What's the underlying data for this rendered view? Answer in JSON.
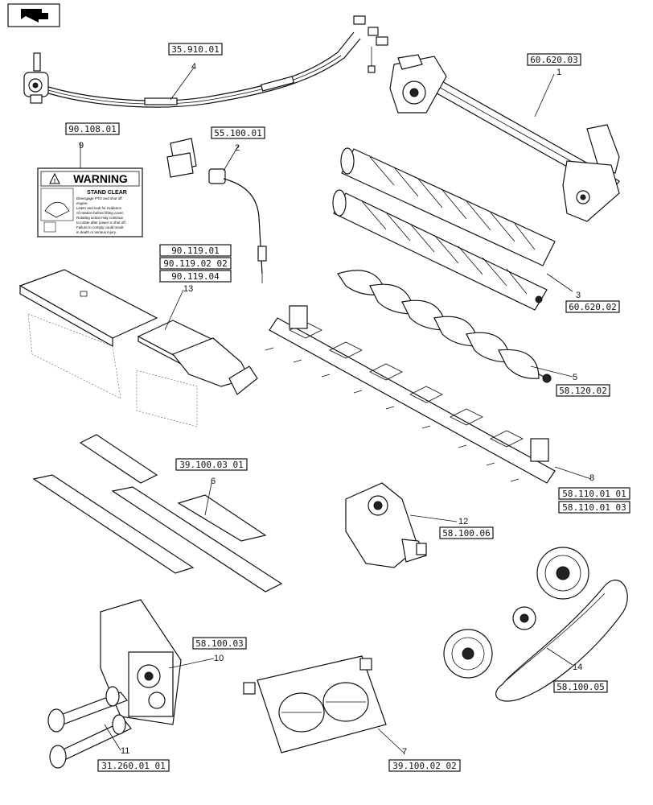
{
  "nav_icon": "back-arrow-icon",
  "refs": [
    {
      "id": "r-35-910-01",
      "label": "35.910.01"
    },
    {
      "id": "r-60-620-03",
      "label": "60.620.03"
    },
    {
      "id": "r-90-108-01",
      "label": "90.108.01"
    },
    {
      "id": "r-55-100-01",
      "label": "55.100.01"
    },
    {
      "id": "r-90-119-01",
      "label": "90.119.01"
    },
    {
      "id": "r-90-119-02-02",
      "label": "90.119.02 02"
    },
    {
      "id": "r-90-119-04",
      "label": "90.119.04"
    },
    {
      "id": "r-60-620-02",
      "label": "60.620.02"
    },
    {
      "id": "r-58-120-02",
      "label": "58.120.02"
    },
    {
      "id": "r-39-100-03-01",
      "label": "39.100.03 01"
    },
    {
      "id": "r-58-110-01-01",
      "label": "58.110.01 01"
    },
    {
      "id": "r-58-110-01-03",
      "label": "58.110.01 03"
    },
    {
      "id": "r-58-100-06",
      "label": "58.100.06"
    },
    {
      "id": "r-58-100-03",
      "label": "58.100.03"
    },
    {
      "id": "r-58-100-05",
      "label": "58.100.05"
    },
    {
      "id": "r-31-260-01-01",
      "label": "31.260.01 01"
    },
    {
      "id": "r-39-100-02-02",
      "label": "39.100.02 02"
    }
  ],
  "items": [
    "1",
    "2",
    "3",
    "4",
    "5",
    "6",
    "7",
    "8",
    "9",
    "10",
    "11",
    "12",
    "13",
    "14"
  ],
  "warning_label": {
    "title": "WARNING",
    "heading": "STAND CLEAR",
    "lines": [
      "Disengage PTO and shut off",
      "engine.",
      "Listen and look for evidence",
      "of rotation before lifting cover.",
      "Rotating action may continue",
      "to rotate after power is shut off.",
      "Failure to comply could result",
      "in death or serious injury."
    ]
  }
}
